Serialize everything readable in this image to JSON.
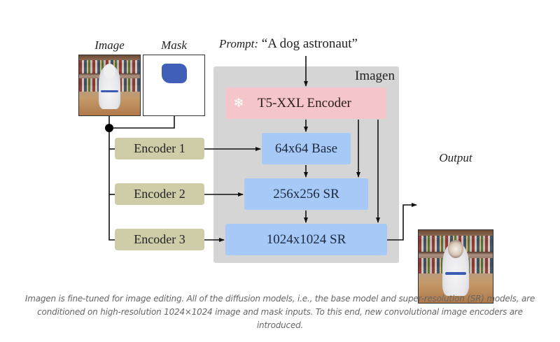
{
  "diagram": {
    "inputs": {
      "image_label": "Image",
      "mask_label": "Mask",
      "prompt_label": "Prompt:",
      "prompt_text": "“A dog astronaut”"
    },
    "imagen": {
      "title": "Imagen",
      "text_encoder": {
        "label": "T5-XXL Encoder",
        "icon": "snowflake-icon (frozen)"
      },
      "stages": [
        {
          "label": "64x64 Base"
        },
        {
          "label": "256x256 SR"
        },
        {
          "label": "1024x1024 SR"
        }
      ]
    },
    "encoders": [
      {
        "label": "Encoder 1"
      },
      {
        "label": "Encoder 2"
      },
      {
        "label": "Encoder 3"
      }
    ],
    "output_label": "Output",
    "colors": {
      "imagen_bg": "#d5d5d5",
      "text_encoder": "#f4c6ca",
      "stage": "#a6c9f8",
      "encoder": "#cfcda8",
      "mask_stroke": "#3f5fb8"
    }
  },
  "caption": "Imagen is fine-tuned for image editing. All of the diffusion models, i.e., the base model and super-resolution (SR) models, are conditioned on high-resolution 1024×1024 image and mask inputs. To this end, new convolutional image encoders are introduced."
}
